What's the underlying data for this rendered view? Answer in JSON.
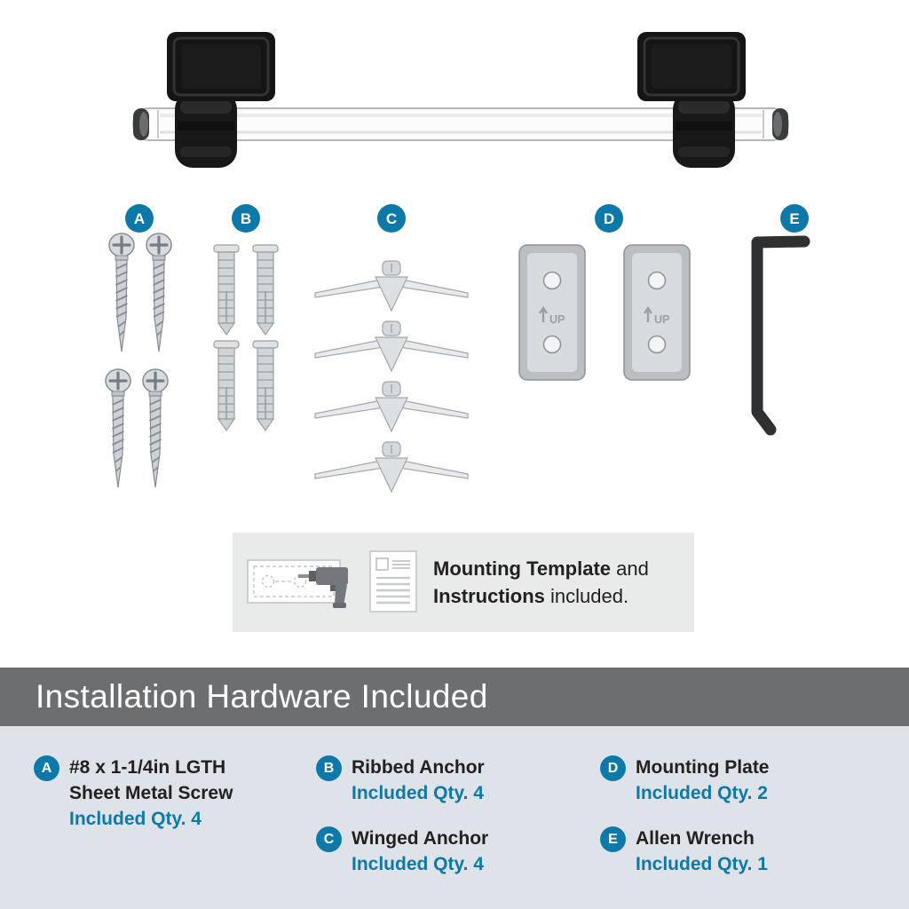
{
  "diagram": {
    "labels": [
      "A",
      "B",
      "C",
      "D",
      "E"
    ],
    "plate_label": "UP"
  },
  "template_box": {
    "bold1": "Mounting Template",
    "reg1": " and",
    "bold2": "Instructions",
    "reg2": " included."
  },
  "banner": {
    "title": "Installation Hardware Included"
  },
  "footer": {
    "items": [
      {
        "letter": "A",
        "line1": "#8 x 1-1/4in LGTH",
        "line2": "Sheet Metal Screw",
        "qty": "Included Qty. 4"
      },
      {
        "letter": "B",
        "line1": "Ribbed Anchor",
        "qty": "Included Qty. 4"
      },
      {
        "letter": "C",
        "line1": "Winged Anchor",
        "qty": "Included Qty. 4"
      },
      {
        "letter": "D",
        "line1": "Mounting Plate",
        "qty": "Included Qty. 2"
      },
      {
        "letter": "E",
        "line1": "Allen Wrench",
        "qty": "Included Qty. 1"
      }
    ]
  },
  "colors": {
    "accent": "#0e78a8",
    "banner_bg": "#6d6e70",
    "footer_bg": "#dde3e9"
  }
}
